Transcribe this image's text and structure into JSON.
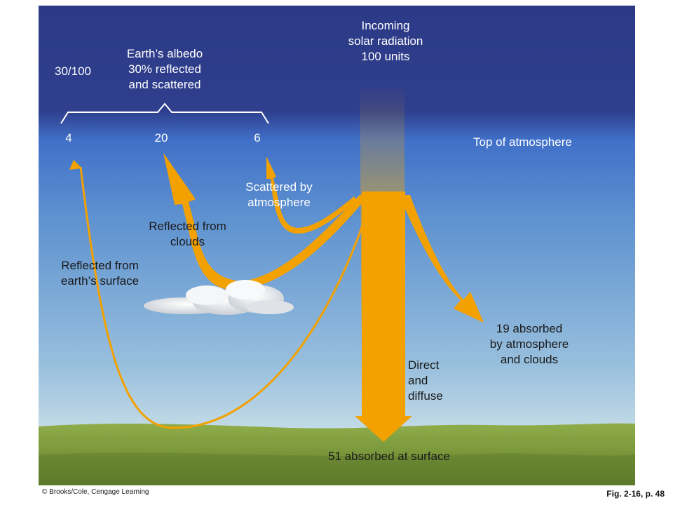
{
  "diagram": {
    "labels": {
      "incoming": "Incoming\nsolar radiation\n100 units",
      "albedo_ratio": "30/100",
      "albedo": "Earth’s albedo\n30% reflected\nand scattered",
      "top_atmosphere": "Top of atmosphere",
      "val_surface": "4",
      "val_clouds": "20",
      "val_atmosphere": "6",
      "scattered": "Scattered by\natmosphere",
      "reflected_clouds": "Reflected from\nclouds",
      "reflected_surface": "Reflected from\nearth’s surface",
      "absorbed_atmosphere": "19 absorbed\nby atmosphere\nand clouds",
      "direct": "Direct\nand\ndiffuse",
      "absorbed_surface": "51 absorbed at surface"
    },
    "colors": {
      "sky_top": "#2e3d8a",
      "sky_band": "#3f68c4",
      "sky_bottom": "#a9cbe2",
      "arrow": "#f2a100",
      "ground": "#7a9a3a"
    }
  },
  "footer": {
    "credit": "© Brooks/Cole, Cengage Learning",
    "figure_ref": "Fig. 2-16, p. 48"
  }
}
